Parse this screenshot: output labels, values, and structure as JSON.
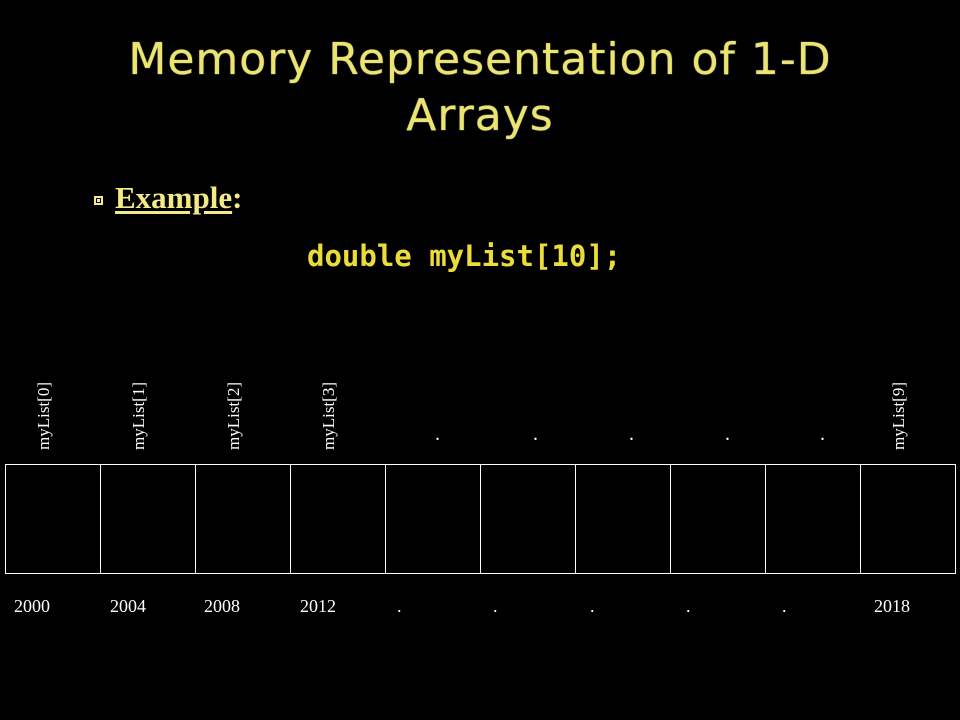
{
  "slide": {
    "title_line1": "Memory Representation of 1-D",
    "title_line2": "Arrays",
    "bullet_label": "Example",
    "bullet_colon": ":",
    "code": "double myList[10];"
  },
  "array": {
    "index_labels": [
      "myList[0]",
      "myList[1]",
      "myList[2]",
      "myList[3]",
      ".",
      ".",
      ".",
      ".",
      ".",
      "myList[9]"
    ],
    "addresses": [
      "2000",
      "2004",
      "2008",
      "2012",
      ".",
      ".",
      ".",
      ".",
      ".",
      "2018"
    ]
  },
  "colors": {
    "title": "#ebe470",
    "bullet": "#f3e985",
    "code": "#ebdc3a",
    "background": "#000000",
    "text": "#ffffff"
  }
}
